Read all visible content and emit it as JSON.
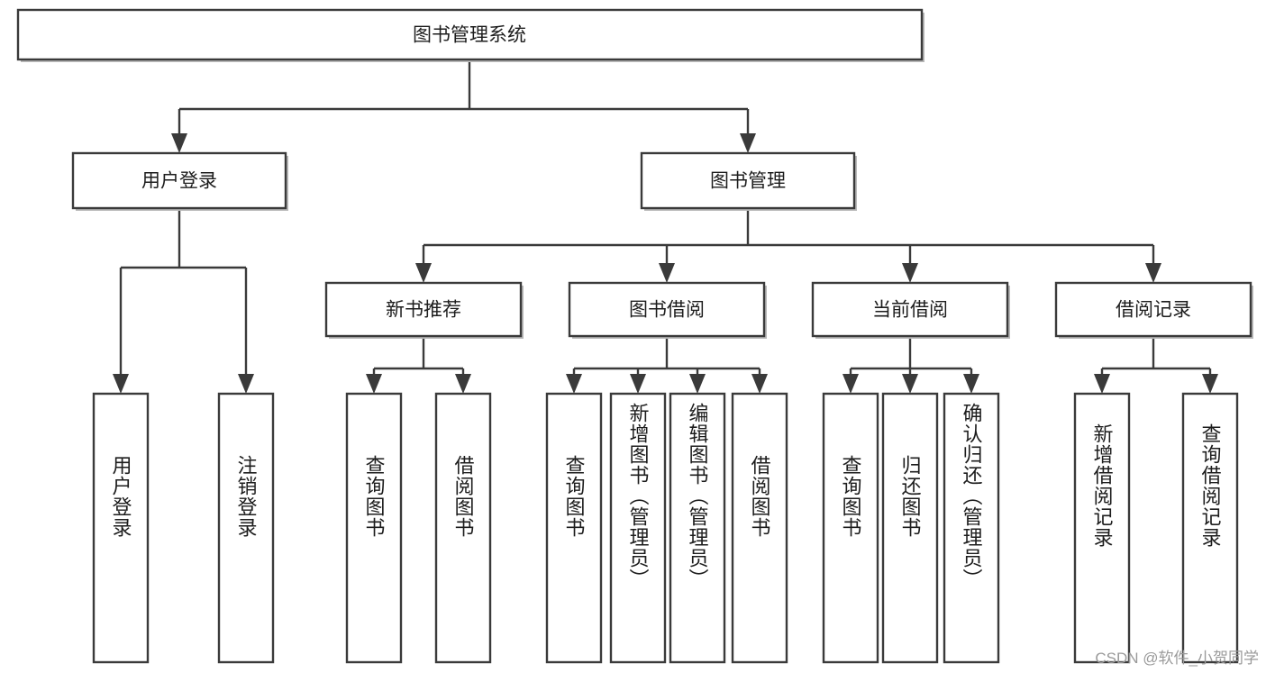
{
  "diagram": {
    "type": "tree",
    "title": "图书管理系统",
    "root": {
      "label": "图书管理系统"
    },
    "level2": [
      {
        "label": "用户登录"
      },
      {
        "label": "图书管理"
      }
    ],
    "level3": [
      {
        "label": "新书推荐"
      },
      {
        "label": "图书借阅"
      },
      {
        "label": "当前借阅"
      },
      {
        "label": "借阅记录"
      }
    ],
    "leaves": {
      "user_login": [
        {
          "label": "用户登录"
        },
        {
          "label": "注销登录"
        }
      ],
      "new_book_recommend": [
        {
          "label": "查询图书"
        },
        {
          "label": "借阅图书"
        }
      ],
      "book_borrow": [
        {
          "label": "查询图书"
        },
        {
          "label": "新增图书（管理员）"
        },
        {
          "label": "编辑图书（管理员）"
        },
        {
          "label": "借阅图书"
        }
      ],
      "current_borrow": [
        {
          "label": "查询图书"
        },
        {
          "label": "归还图书"
        },
        {
          "label": "确认归还（管理员）"
        }
      ],
      "borrow_record": [
        {
          "label": "新增借阅记录"
        },
        {
          "label": "查询借阅记录"
        }
      ]
    }
  },
  "watermark": {
    "text": "CSDN @软件_小贺同学"
  },
  "colors": {
    "stroke": "#3a3a3a",
    "fill": "#ffffff",
    "text": "#1d1d1d",
    "watermark": "#9a9a9a"
  }
}
